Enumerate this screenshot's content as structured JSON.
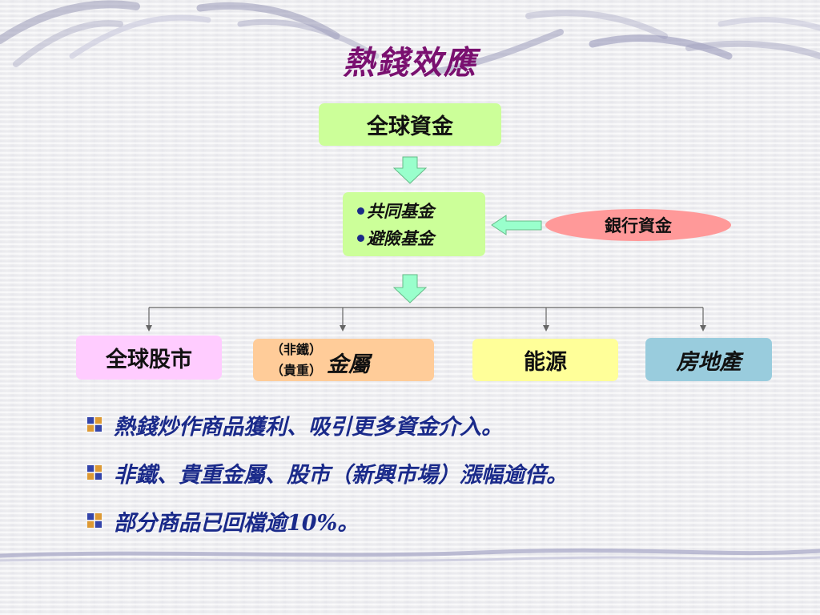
{
  "slide": {
    "title": "熱錢效應"
  },
  "diagram": {
    "top_box": "全球資金",
    "funds_box": {
      "items": [
        "共同基金",
        "避險基金"
      ]
    },
    "bank_box": "銀行資金",
    "targets": {
      "global_stock": "全球股市",
      "metals_sub_1": "（非鐵）",
      "metals_sub_2": "（貴重）",
      "metals_main": "金屬",
      "energy": "能源",
      "real_estate": "房地產"
    }
  },
  "bullets": [
    "熱錢炒作商品獲利、吸引更多資金介入。",
    "非鐵、貴重金屬、股市（新興市場）漲幅逾倍。",
    "部分商品已回檔逾10%。"
  ],
  "colors": {
    "title": "#7a1070",
    "bullet_text": "#1a2a8a",
    "green_box": "#ccff99",
    "bank_oval": "#ff9999",
    "stock_box": "#ffccff",
    "metal_box": "#ffcc99",
    "energy_box": "#ffff99",
    "estate_box": "#99ccdd",
    "arrow_fill": "#99ffcc"
  }
}
